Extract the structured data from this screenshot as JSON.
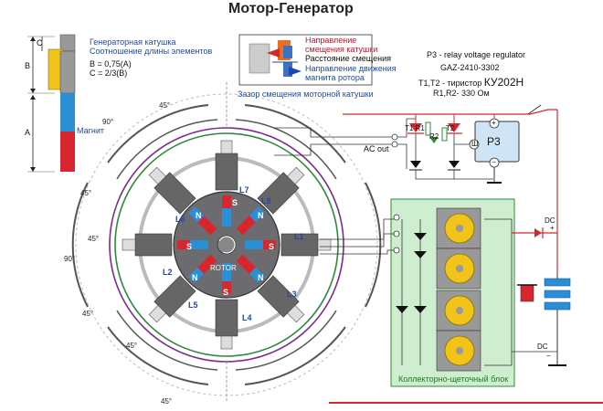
{
  "title": "Мотор-Генератор",
  "coil_box": {
    "heading_line1": "Генераторная катушка",
    "heading_line2": "Соотношение длины элементов",
    "formula_b": "B = 0,75(A)",
    "formula_c": "C = 2/3(B)",
    "label_c": "C",
    "label_b": "B",
    "label_a": "A",
    "magnet_label": "Магнит"
  },
  "legend": {
    "coil_offset": "Направление\nсмещения катушки",
    "offset_distance": "Расстояние смещения",
    "rotor_direction": "Направление движения\nмагнита ротора"
  },
  "gap_label": "Зазор смещения моторной катушки",
  "angles": [
    "45°",
    "90°",
    "45°",
    "45°",
    "90°",
    "45°",
    "45°",
    "45°"
  ],
  "regulator": {
    "line1": "P3  -  relay voltage regulator",
    "line2": "GAZ-2410-3302",
    "line3_prefix": "T1,T2 - тиристор ",
    "line3_part": "КУ202Н",
    "line4": "R1,R2-  330 Ом",
    "p3": "P3",
    "t1r1": "T1 R1",
    "t2": "T2",
    "r2": "R2",
    "plus": "+",
    "minus": "−",
    "sh": "Ш",
    "ac_out": "AC out"
  },
  "rotor": {
    "label": "ROTOR",
    "poles": [
      "S",
      "N",
      "S",
      "N",
      "S",
      "N",
      "S",
      "N"
    ]
  },
  "coils": [
    "L1",
    "L2",
    "L3",
    "L4",
    "L5",
    "L6",
    "L7",
    "L8"
  ],
  "brush_block_label": "Коллекторно-щеточный блок",
  "dc_top": "DC",
  "dc_top_plus": "+",
  "dc_bottom": "DC",
  "dc_bottom_minus": "−",
  "colors": {
    "red": "#d8262e",
    "blue": "#2b8fd6",
    "yellow": "#f0c419",
    "green_block": "#cfeed0",
    "green_line": "#2d8a3a",
    "purple_line": "#7a2a8a"
  }
}
